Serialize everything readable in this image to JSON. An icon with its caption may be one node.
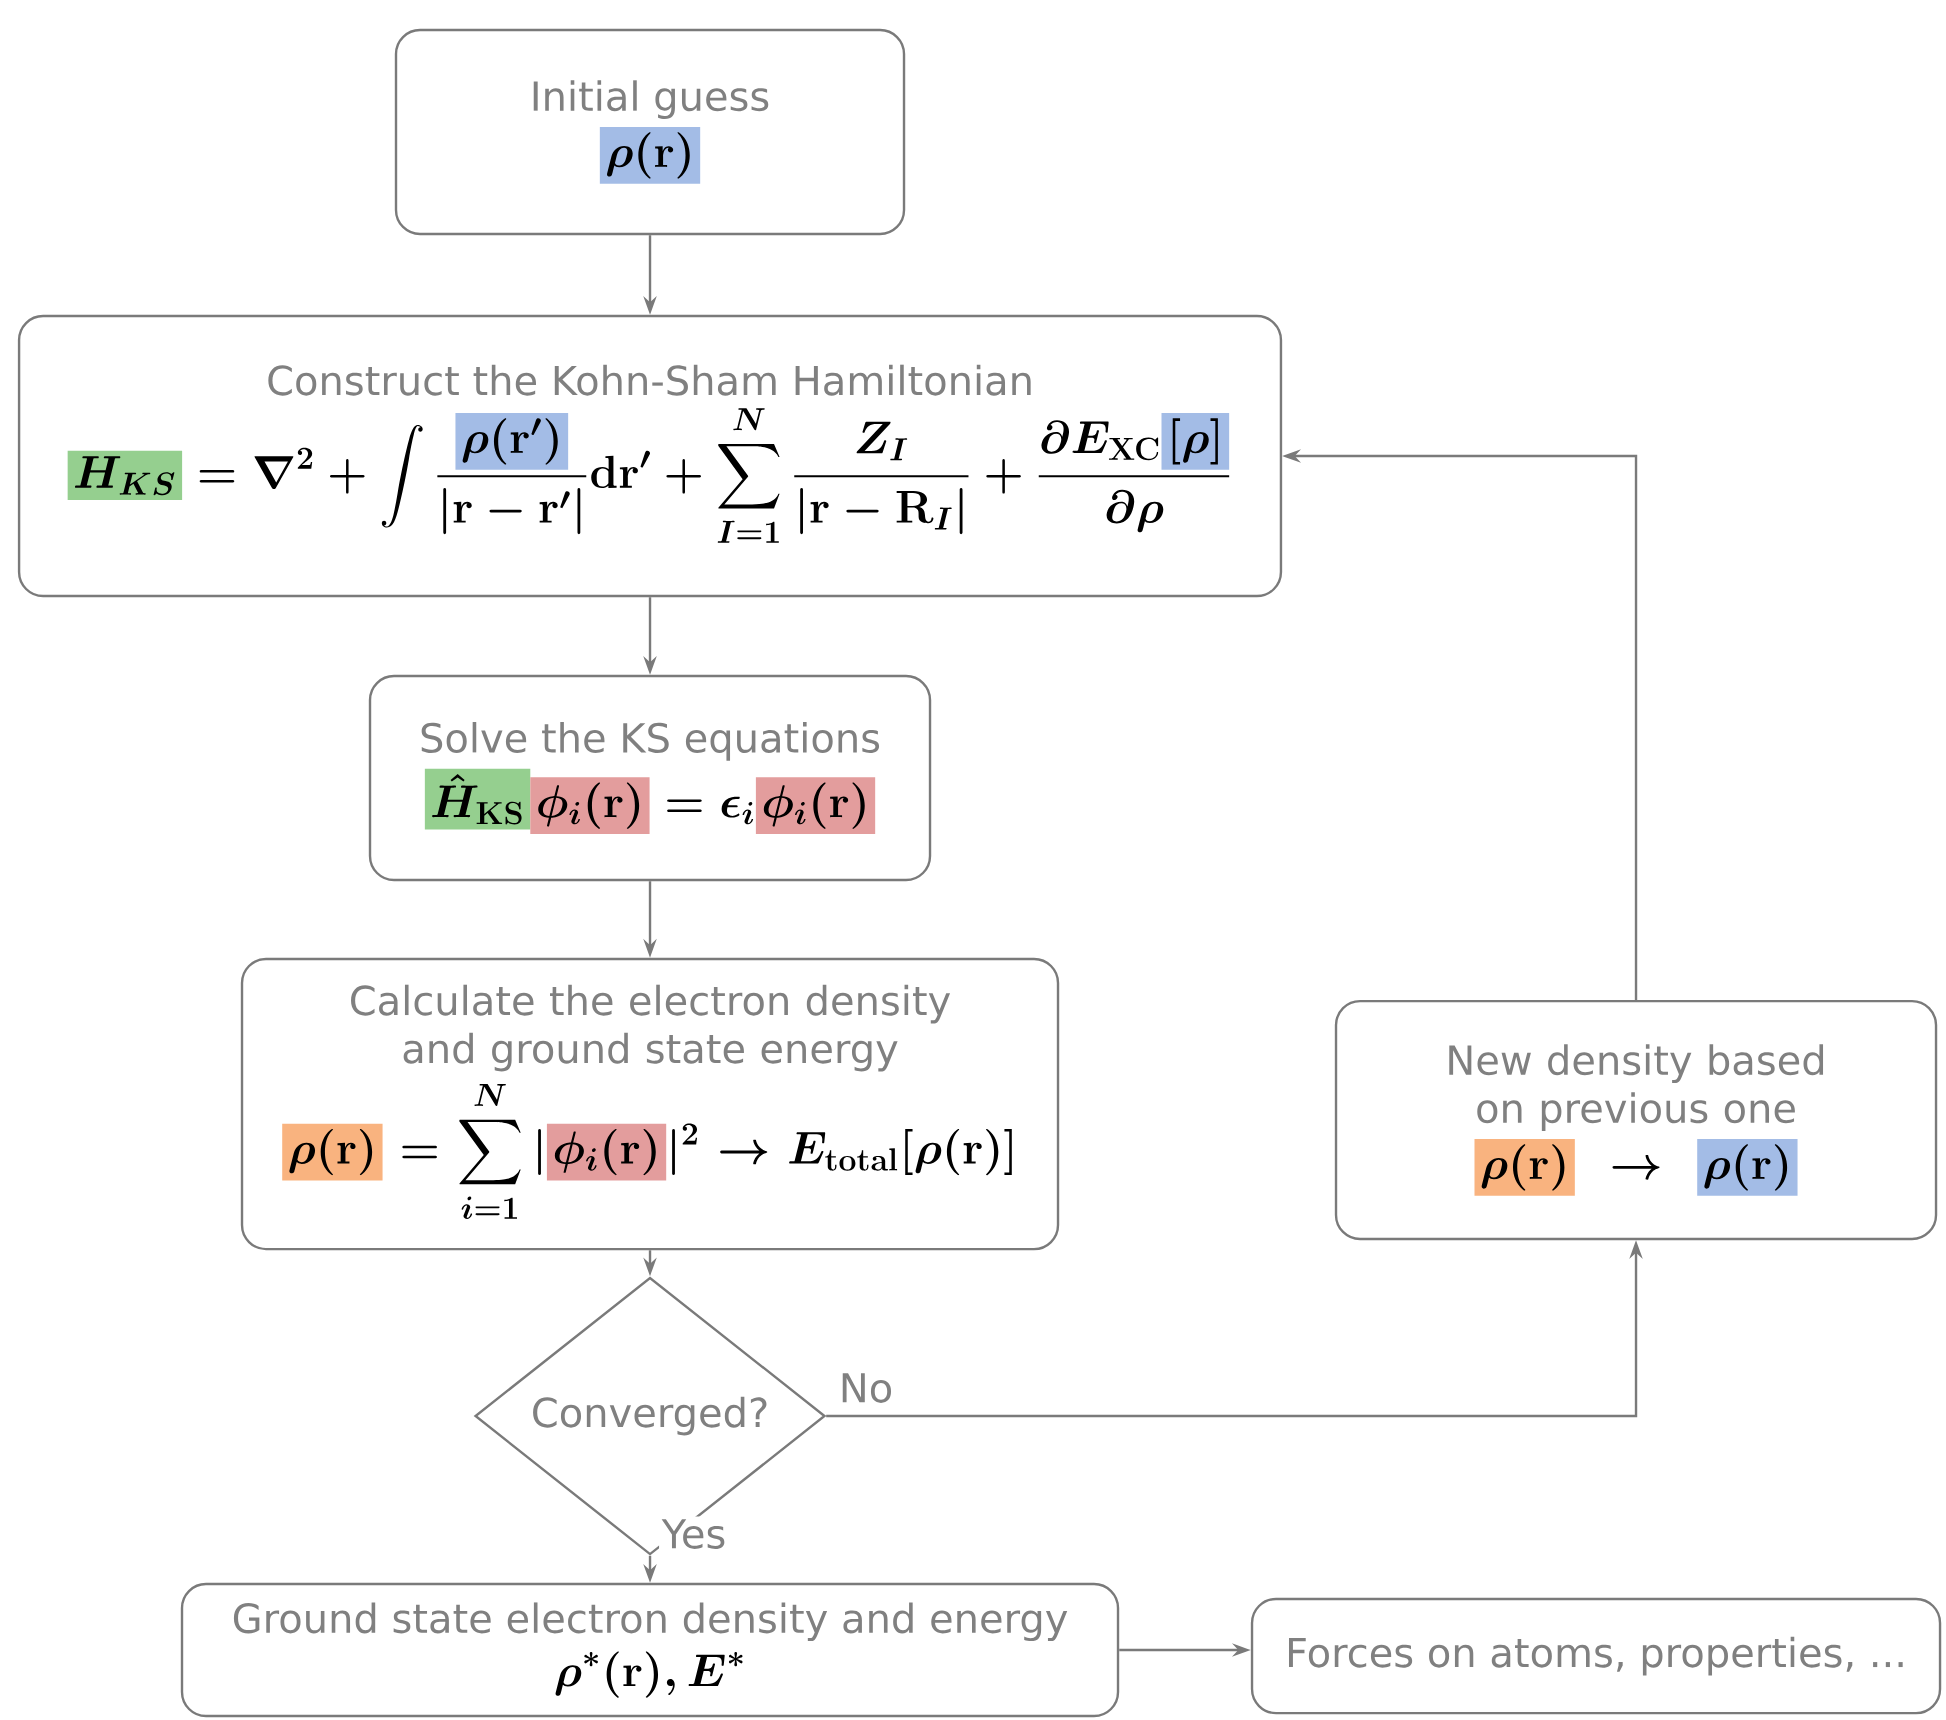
{
  "diagram": {
    "nodes": [
      {
        "text": [
          "Initial guess",
          "\\colorbox[HTML]{A3BCE6}{$\\rho(\\mathbf{r})$}"
        ]
      },
      {
        "text": [
          "Construct the Kohn-Sham Hamiltonian",
          "\\colorbox[HTML]{95CF8F}{$H_{KS}$} = \\nabla^2 + \\int \\frac{\\colorbox[HTML]{A3BCE6}{$\\rho(\\mathbf{r}')$}}{|\\mathbf{r}-\\mathbf{r}'|}\\mathrm{d}\\mathbf{r}' + \\sum_{I=1}^{N}\\frac{Z_I}{|\\mathbf{r}-\\mathbf{R}_I|} + \\frac{\\partial E_{\\mathrm{XC}}\\colorbox[HTML]{A3BCE6}{$[\\rho]$}}{\\partial\\rho}"
        ]
      },
      {
        "text": [
          "Solve the KS equations",
          "\\colorbox[HTML]{95CF8F}{$\\hat{H}_{\\mathrm{KS}}$}\\colorbox[HTML]{E39D9D}{$\\phi_i(\\mathbf{r})$} = \\epsilon_i\\colorbox[HTML]{E39D9D}{$\\phi_i(\\mathbf{r})$}"
        ]
      },
      {
        "text": [
          "Calculate the electron density and ground state energy",
          "\\colorbox[HTML]{F9B37F}{$\\rho(\\mathbf{r})$} = \\sum_{i=1}^{N}|\\colorbox[HTML]{E39D9D}{$\\phi_i(\\mathbf{r})$}|^2 \\rightarrow E_{\\mathrm{total}}[\\rho(\\mathbf{r})]"
        ]
      },
      {
        "text": [
          "Converged?"
        ]
      },
      {
        "text": [
          "Ground state electron density and energy",
          "\\rho^*(\\mathbf{r}), E^*"
        ]
      },
      {
        "text": [
          "Forces on atoms, properties, ..."
        ]
      },
      {
        "text": [
          "New density based on previous one",
          "\\colorbox[HTML]{F9B37F}{$\\rho(\\mathbf{r})$}\\rightarrow\\colorbox[HTML]{A3BCE6}{$\\rho(\\mathbf{r})$}"
        ]
      }
    ],
    "edges": [
      {
        "from": 0,
        "to": 1,
        "arrow": "to"
      },
      {
        "from": 1,
        "to": 2,
        "arrow": "to"
      },
      {
        "from": 2,
        "to": 3,
        "arrow": "to"
      },
      {
        "from": 3,
        "to": 4,
        "arrow": "to"
      },
      {
        "from": 4,
        "to": 5,
        "arrow": "to",
        "label": "Yes"
      },
      {
        "from": 4,
        "to": 7,
        "arrow": "to",
        "label": "No"
      },
      {
        "from": 7,
        "to": 1,
        "arrow": "to"
      },
      {
        "from": 5,
        "to": 6,
        "arrow": "to"
      }
    ]
  }
}
